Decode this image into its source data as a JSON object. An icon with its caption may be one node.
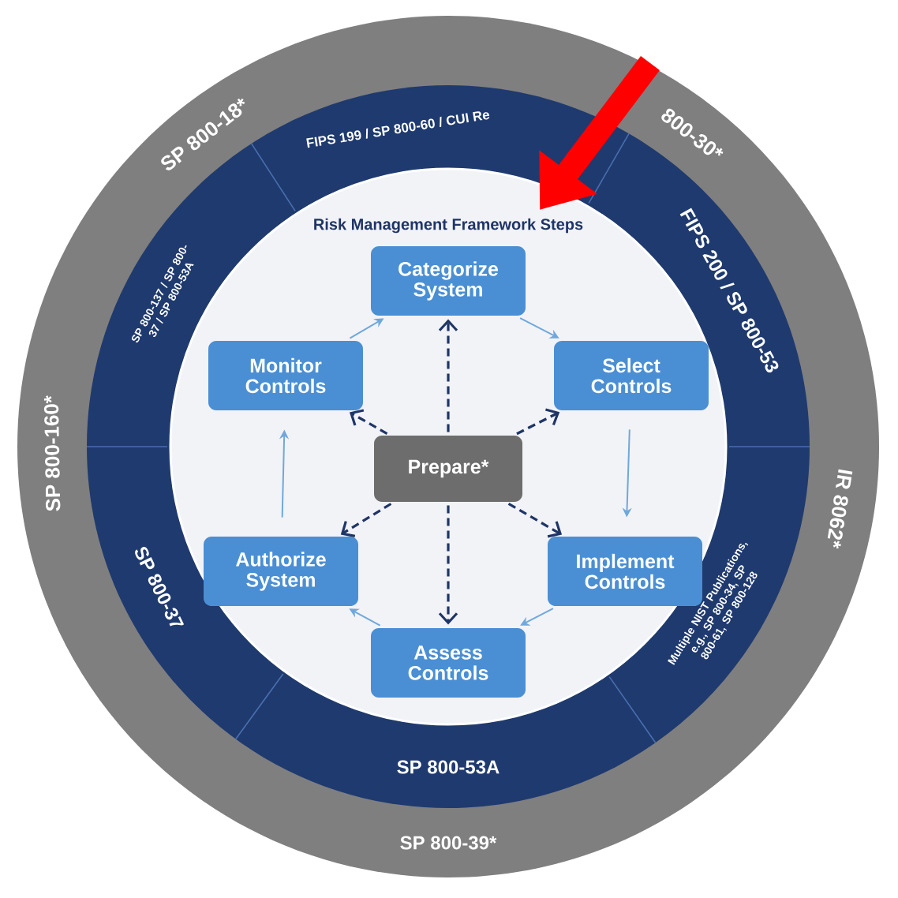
{
  "diagram": {
    "title": "Risk Management Framework Steps",
    "nodes": [
      {
        "text": [
          "Categorize System"
        ]
      },
      {
        "text": [
          "Select Controls"
        ]
      },
      {
        "text": [
          "Implement Controls"
        ]
      },
      {
        "text": [
          "Assess Controls"
        ]
      },
      {
        "text": [
          "Authorize System"
        ]
      },
      {
        "text": [
          "Monitor Controls"
        ]
      },
      {
        "text": [
          "Prepare*"
        ]
      }
    ],
    "edges": [
      {
        "from": 0,
        "to": 1,
        "arrow": "to",
        "color": "#6fa8dc"
      },
      {
        "from": 1,
        "to": 2,
        "arrow": "to",
        "color": "#6fa8dc"
      },
      {
        "from": 2,
        "to": 3,
        "arrow": "to",
        "color": "#6fa8dc"
      },
      {
        "from": 3,
        "to": 4,
        "arrow": "to",
        "color": "#6fa8dc"
      },
      {
        "from": 4,
        "to": 5,
        "arrow": "to",
        "color": "#6fa8dc"
      },
      {
        "from": 5,
        "to": 0,
        "arrow": "to",
        "color": "#6fa8dc"
      },
      {
        "from": 6,
        "to": 0,
        "arrow": "to",
        "style": "dashed",
        "color": "#1f3566"
      },
      {
        "from": 6,
        "to": 1,
        "arrow": "to",
        "style": "dashed",
        "color": "#1f3566"
      },
      {
        "from": 6,
        "to": 2,
        "arrow": "to",
        "style": "dashed",
        "color": "#1f3566"
      },
      {
        "from": 6,
        "to": 3,
        "arrow": "to",
        "style": "dashed",
        "color": "#1f3566"
      },
      {
        "from": 6,
        "to": 4,
        "arrow": "to",
        "style": "dashed",
        "color": "#1f3566"
      },
      {
        "from": 6,
        "to": 5,
        "arrow": "to",
        "style": "dashed",
        "color": "#1f3566"
      }
    ],
    "labels": [
      "SP 800-18*",
      "800-30*",
      "FIPS 199 / SP 800-60 / CUI Re",
      "SP 800-137 / SP 800-37 / SP 800-53A",
      "FIPS 200 / SP 800-53",
      "SP 800-160*",
      "IR 8062*",
      "SP 800-37",
      "Multiple NIST Publications, e.g., SP 800-34, SP 800-61, SP 800-128",
      "SP 800-53A",
      "SP 800-39*"
    ]
  }
}
